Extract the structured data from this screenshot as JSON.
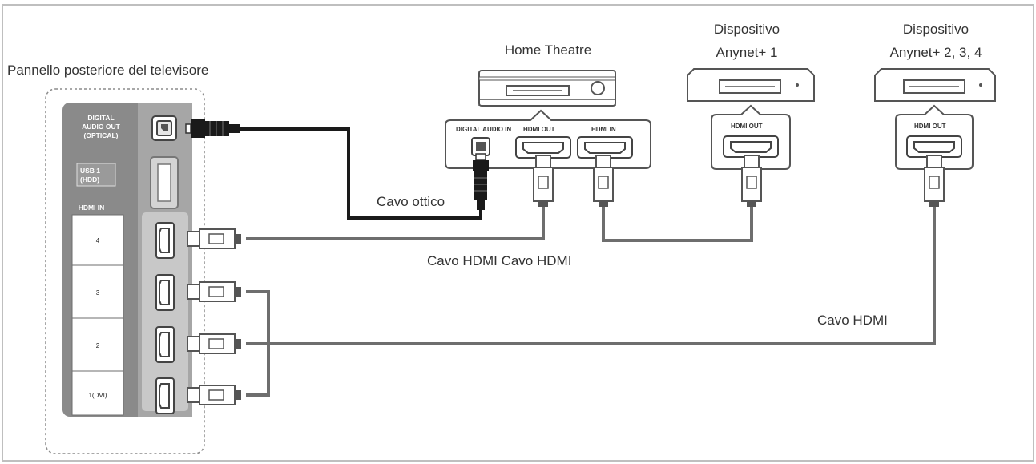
{
  "labels": {
    "tv_panel": "Pannello posteriore del televisore",
    "home_theatre": "Home Theatre",
    "anynet1_line1": "Dispositivo",
    "anynet1_line2": "Anynet+ 1",
    "anynet2_line1": "Dispositivo",
    "anynet2_line2": "Anynet+ 2, 3, 4",
    "optical_cable": "Cavo ottico",
    "hdmi_cable_pair": "Cavo HDMI Cavo HDMI",
    "hdmi_cable": "Cavo HDMI"
  },
  "tv_ports": {
    "digital_audio_line1": "DIGITAL",
    "digital_audio_line2": "AUDIO OUT",
    "digital_audio_line3": "(OPTICAL)",
    "usb_line1": "USB 1",
    "usb_line2": "(HDD)",
    "hdmi_in": "HDMI IN",
    "hdmi_4": "4",
    "hdmi_3": "3",
    "hdmi_2": "2",
    "hdmi_1": "1(DVI)"
  },
  "device_ports": {
    "ht_digital_audio_in": "DIGITAL AUDIO IN",
    "ht_hdmi_out": "HDMI OUT",
    "ht_hdmi_in": "HDMI IN",
    "anynet1_hdmi_out": "HDMI OUT",
    "anynet2_hdmi_out": "HDMI OUT"
  },
  "icons": [
    "hdmi-port-icon",
    "optical-port-icon",
    "usb-port-icon",
    "hdmi-plug-icon",
    "optical-plug-icon"
  ]
}
